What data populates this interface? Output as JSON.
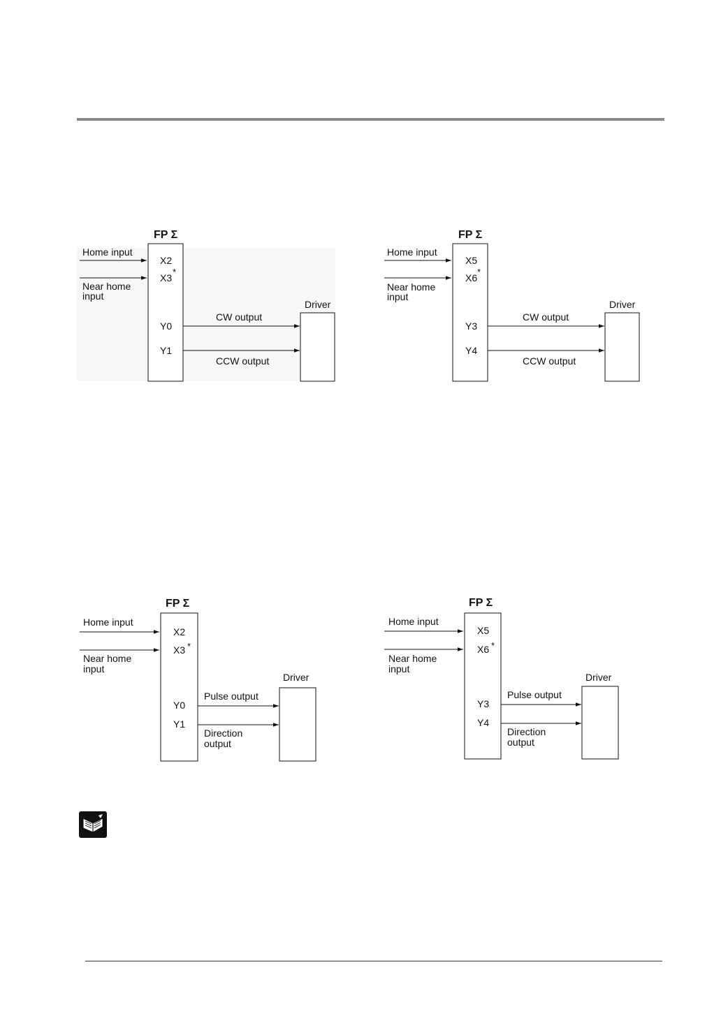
{
  "diagrams": [
    {
      "plc_title": "FP Σ",
      "home_input": "Home input",
      "near_home_input_line1": "Near home",
      "near_home_input_line2": "input",
      "pin_home": "X2",
      "pin_near_home": "X3",
      "star": "*",
      "pin_out1": "Y0",
      "pin_out2": "Y1",
      "out1_label": "CW output",
      "out2_label_line1": "CCW output",
      "out2_label_line2": "",
      "driver": "Driver"
    },
    {
      "plc_title": "FP Σ",
      "home_input": "Home input",
      "near_home_input_line1": "Near home",
      "near_home_input_line2": "input",
      "pin_home": "X5",
      "pin_near_home": "X6",
      "star": "*",
      "pin_out1": "Y3",
      "pin_out2": "Y4",
      "out1_label": "CW output",
      "out2_label_line1": "CCW output",
      "out2_label_line2": "",
      "driver": "Driver"
    },
    {
      "plc_title": "FP Σ",
      "home_input": "Home input",
      "near_home_input_line1": "Near home",
      "near_home_input_line2": "input",
      "pin_home": "X2",
      "pin_near_home": "X3",
      "star": "*",
      "pin_out1": "Y0",
      "pin_out2": "Y1",
      "out1_label": "Pulse output",
      "out2_label_line1": "Direction",
      "out2_label_line2": "output",
      "driver": "Driver"
    },
    {
      "plc_title": "FP Σ",
      "home_input": "Home input",
      "near_home_input_line1": "Near home",
      "near_home_input_line2": "input",
      "pin_home": "X5",
      "pin_near_home": "X6",
      "star": "*",
      "pin_out1": "Y3",
      "pin_out2": "Y4",
      "out1_label": "Pulse output",
      "out2_label_line1": "Direction",
      "out2_label_line2": "output",
      "driver": "Driver"
    }
  ],
  "note_icon": "book-icon"
}
